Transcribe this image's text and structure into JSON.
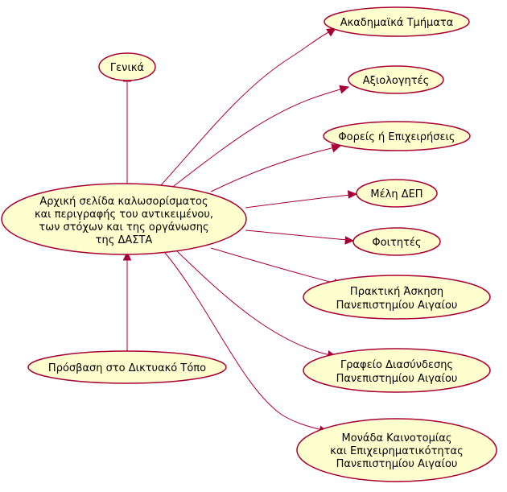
{
  "diagram": {
    "nodes": {
      "akadimaika": {
        "lines": [
          "Ακαδημαϊκά Τμήματα"
        ]
      },
      "genika": {
        "lines": [
          "Γενικά"
        ]
      },
      "axiologites": {
        "lines": [
          "Αξιολογητές"
        ]
      },
      "foreis": {
        "lines": [
          "Φορείς ή Επιχειρήσεις"
        ]
      },
      "archiki": {
        "lines": [
          "Αρχική σελίδα καλωσορίσματος",
          "και περιγραφής του αντικειμένου,",
          "των στόχων και της οργάνωσης",
          "της ΔΑΣΤΑ"
        ]
      },
      "meli": {
        "lines": [
          "Μέλη ΔΕΠ"
        ]
      },
      "foitites": {
        "lines": [
          "Φοιτητές"
        ]
      },
      "praktiki": {
        "lines": [
          "Πρακτική Άσκηση",
          "Πανεπιστημίου Αιγαίου"
        ]
      },
      "prosvasi": {
        "lines": [
          "Πρόσβαση στο Δικτυακό Τόπο"
        ]
      },
      "grafeio": {
        "lines": [
          "Γραφείο Διασύνδεσης",
          "Πανεπιστημίου Αιγαίου"
        ]
      },
      "monada": {
        "lines": [
          "Μονάδα Καινοτομίας",
          "και Επιχειρηματικότητας",
          "Πανεπιστημίου Αιγαίου"
        ]
      }
    },
    "colors": {
      "node_fill": "#FEFECE",
      "stroke": "#A80036",
      "background": "#FFFFFF"
    }
  }
}
